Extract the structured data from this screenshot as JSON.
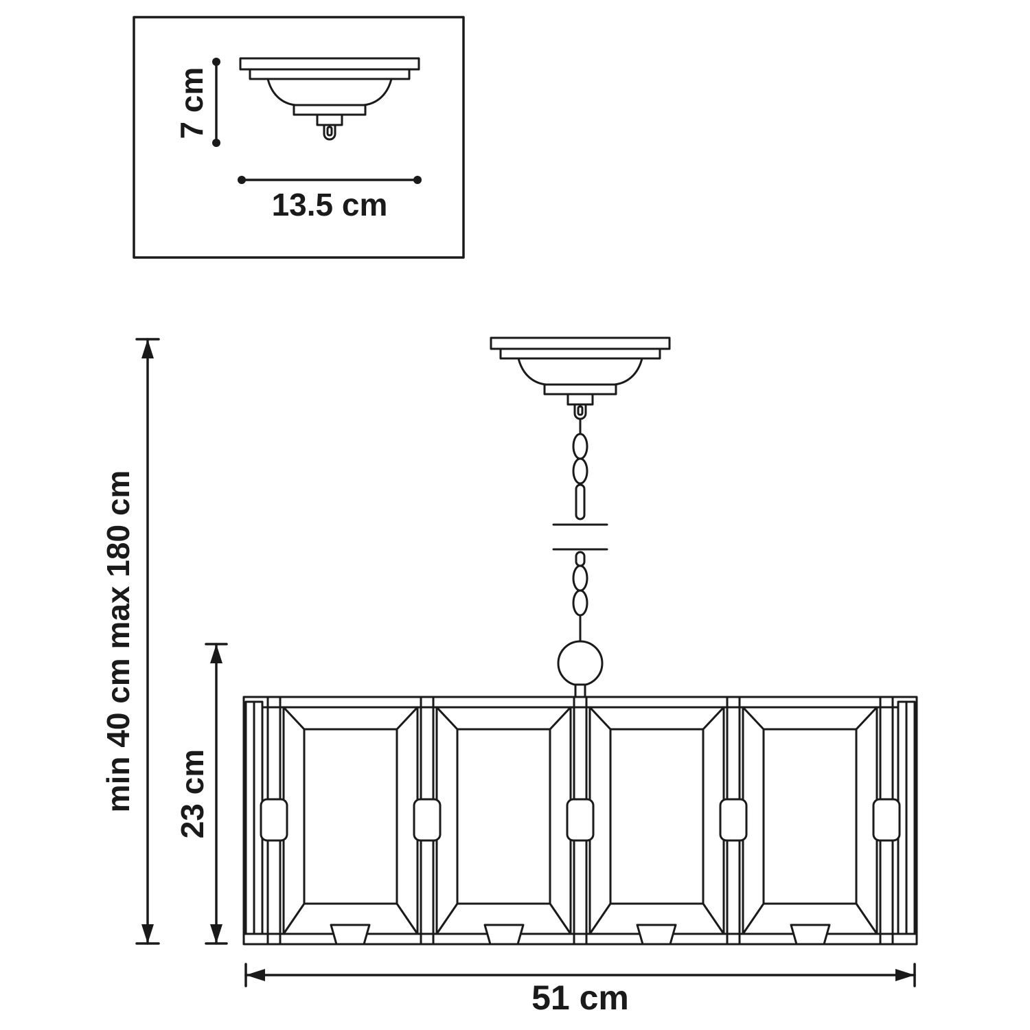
{
  "colors": {
    "line": "#1a1a1a",
    "background": "#ffffff"
  },
  "inset": {
    "height_label": "7 cm",
    "width_label": "13.5 cm"
  },
  "main": {
    "overall_height_label": "min 40 cm max 180 cm",
    "shade_height_label": "23 cm",
    "shade_width_label": "51 cm"
  }
}
